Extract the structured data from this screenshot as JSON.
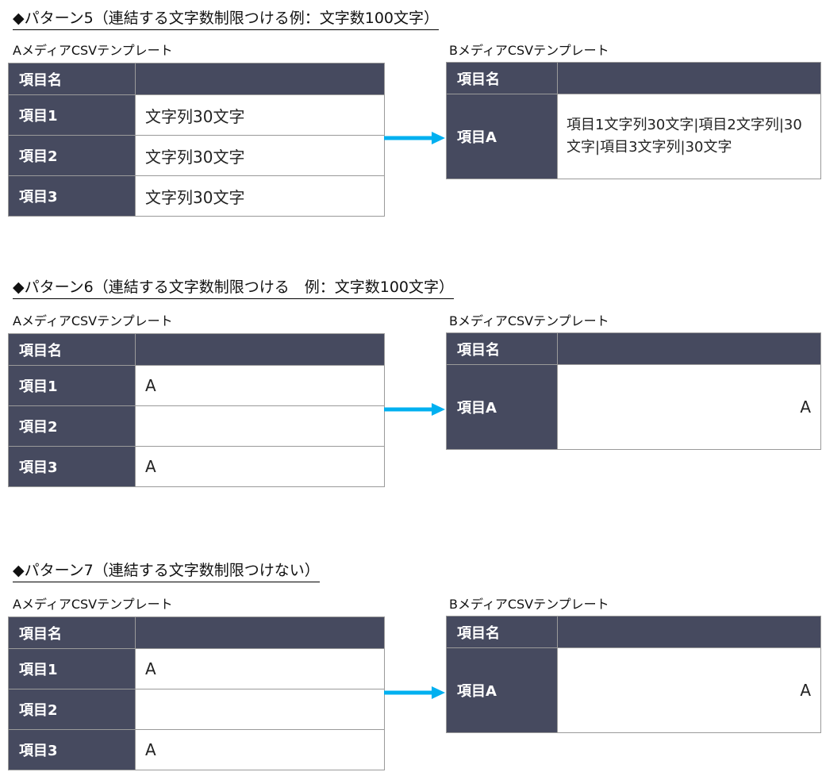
{
  "patterns": [
    {
      "heading": "◆パターン5（連結する文字数制限つける例：文字数100文字）",
      "a_label": "AメディアCSVテンプレート",
      "b_label": "BメディアCSVテンプレート",
      "a_header": "項目名",
      "a_rows": [
        {
          "key": "項目1",
          "value": "文字列30文字"
        },
        {
          "key": "項目2",
          "value": "文字列30文字"
        },
        {
          "key": "項目3",
          "value": "文字列30文字"
        }
      ],
      "b_header": "項目名",
      "b_key": "項目A",
      "b_value": "項目1文字列30文字|項目2文字列|30文字|項目3文字列|30文字"
    },
    {
      "heading": "◆パターン6（連結する文字数制限つける　例：文字数100文字）",
      "a_label": "AメディアCSVテンプレート",
      "b_label": "BメディアCSVテンプレート",
      "a_header": "項目名",
      "a_rows": [
        {
          "key": "項目1",
          "value": "A"
        },
        {
          "key": "項目2",
          "value": ""
        },
        {
          "key": "項目3",
          "value": "A"
        }
      ],
      "b_header": "項目名",
      "b_key": "項目A",
      "b_value": "A"
    },
    {
      "heading": "◆パターン7（連結する文字数制限つけない）",
      "a_label": "AメディアCSVテンプレート",
      "b_label": "BメディアCSVテンプレート",
      "a_header": "項目名",
      "a_rows": [
        {
          "key": "項目1",
          "value": "A"
        },
        {
          "key": "項目2",
          "value": ""
        },
        {
          "key": "項目3",
          "value": "A"
        }
      ],
      "b_header": "項目名",
      "b_key": "項目A",
      "b_value": "A"
    }
  ],
  "colors": {
    "header_fill": "#464a5f",
    "arrow": "#00b0f0",
    "border": "#9a9a9a"
  }
}
